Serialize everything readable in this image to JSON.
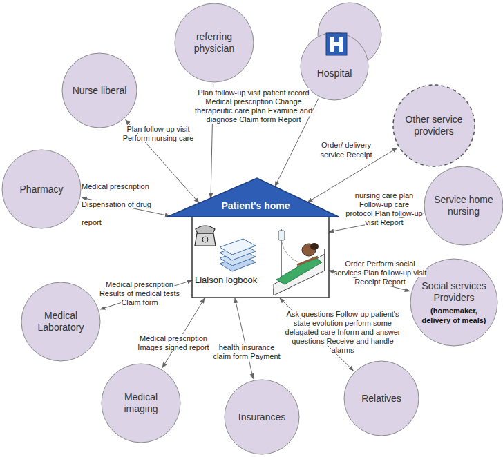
{
  "diagram": {
    "nodes": [
      {
        "text": [
          "referring physician"
        ]
      },
      {
        "text": [
          "Hospital"
        ]
      },
      {
        "text": [
          "Nurse liberal"
        ]
      },
      {
        "text": [
          "Other service providers"
        ]
      },
      {
        "text": [
          "Pharmacy"
        ]
      },
      {
        "text": [
          "Patient's home"
        ]
      },
      {
        "text": [
          "Service home nursing"
        ]
      },
      {
        "text": [
          "Social services Providers",
          "(homemaker, delivery of meals)"
        ]
      },
      {
        "text": [
          "Medical Laboratory"
        ]
      },
      {
        "text": [
          "Medical imaging"
        ]
      },
      {
        "text": [
          "Insurances"
        ]
      },
      {
        "text": [
          "Relatives"
        ]
      }
    ],
    "edges": [
      {
        "from": 0,
        "to": 5,
        "label": "Plan follow-up visit patient record Medical prescription Change therapeutic care plan Examine and diagnose Claim form Report",
        "arrow": "to"
      },
      {
        "from": 1,
        "to": 5,
        "arrow": "to"
      },
      {
        "from": 2,
        "to": 5,
        "label": "Plan follow-up visit Perform nursing care",
        "arrow": "both"
      },
      {
        "from": 3,
        "to": 5,
        "label": "Order/ delivery service Receipt",
        "arrow": "both"
      },
      {
        "from": 4,
        "to": 5,
        "label": "Medical prescription Dispensation of drug report",
        "arrow": "both"
      },
      {
        "from": 6,
        "to": 5,
        "label": "nursing care plan Follow-up care protocol Plan follow-up visit Report",
        "arrow": "both"
      },
      {
        "from": 7,
        "to": 5,
        "label": "Order Perform social services Plan follow-up visit Receipt Report",
        "arrow": "both"
      },
      {
        "from": 8,
        "to": 5,
        "label": "Medical prescription Results of medical tests Claim form",
        "arrow": "both"
      },
      {
        "from": 9,
        "to": 5,
        "label": "Medical prescription Images signed report",
        "arrow": "both"
      },
      {
        "from": 10,
        "to": 5,
        "label": "health insurance claim form Payment",
        "arrow": "both"
      },
      {
        "from": 11,
        "to": 5,
        "label": "Ask questions Follow-up patient's state evolution perform some delagated care Inform and answer questions Receive and handle alarms",
        "arrow": "both"
      }
    ],
    "labels": [
      "Liaison logbook"
    ]
  }
}
